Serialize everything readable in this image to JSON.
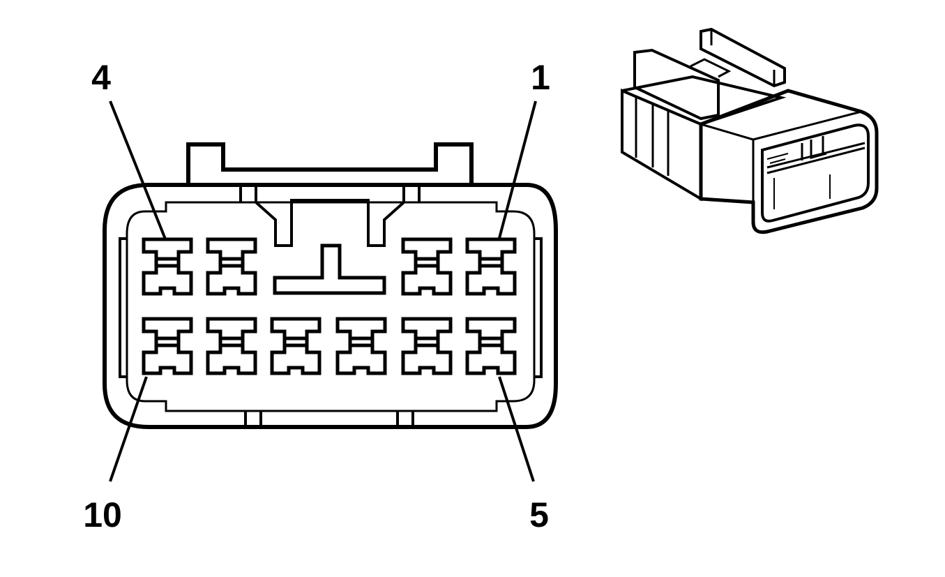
{
  "pin_labels": {
    "top_left": "4",
    "top_right": "1",
    "bottom_left": "10",
    "bottom_right": "5"
  },
  "connector": {
    "terminal_rows": [
      {
        "row": "upper",
        "terminal_count": 4,
        "has_key_feature": true
      },
      {
        "row": "lower",
        "terminal_count": 6,
        "has_key_feature": false
      }
    ],
    "line_color": "#000000",
    "background_color": "#ffffff"
  },
  "icons": {
    "face_view": "connector-face-icon",
    "isometric_view": "connector-isometric-icon"
  }
}
